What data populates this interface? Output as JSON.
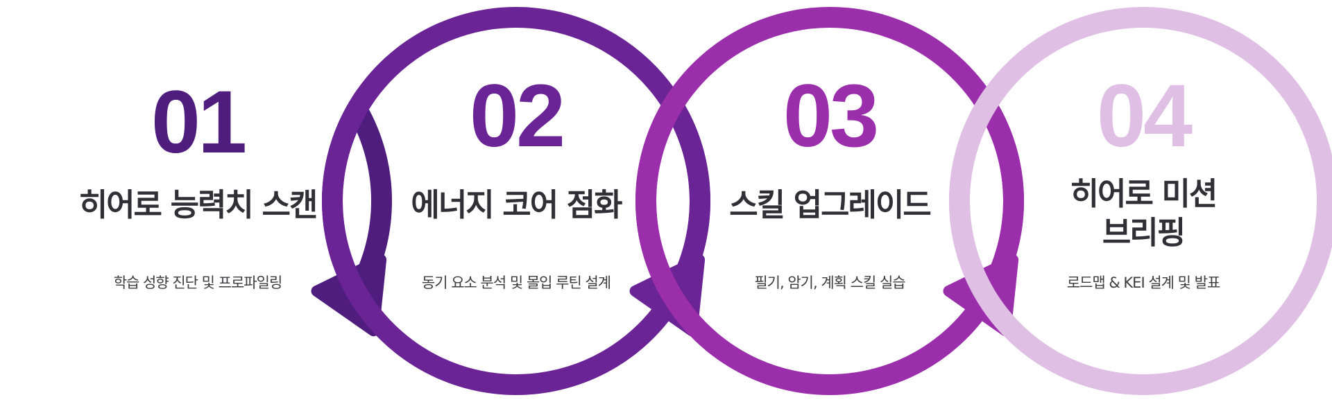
{
  "palette": {
    "step1": "#4e1d7d",
    "step2": "#6a2496",
    "step3": "#9a2eab",
    "step4": "#dfc0e4",
    "text_dark": "#2f2f35",
    "text_desc": "#3b3b40"
  },
  "steps": [
    {
      "number": "01",
      "title": [
        "히어로 능력치 스캔"
      ],
      "description": "학습 성향 진단 및 프로파일링",
      "color": "#4e1d7d"
    },
    {
      "number": "02",
      "title": [
        "에너지 코어 점화"
      ],
      "description": "동기 요소 분석 및 몰입 루틴 설계",
      "color": "#6a2496"
    },
    {
      "number": "03",
      "title": [
        "스킬 업그레이드"
      ],
      "description": "필기, 암기, 계획 스킬 실습",
      "color": "#9a2eab"
    },
    {
      "number": "04",
      "title": [
        "히어로 미션",
        "브리핑"
      ],
      "description": "로드맵 & KEI 설계 및 발표",
      "color": "#dfc0e4"
    }
  ]
}
